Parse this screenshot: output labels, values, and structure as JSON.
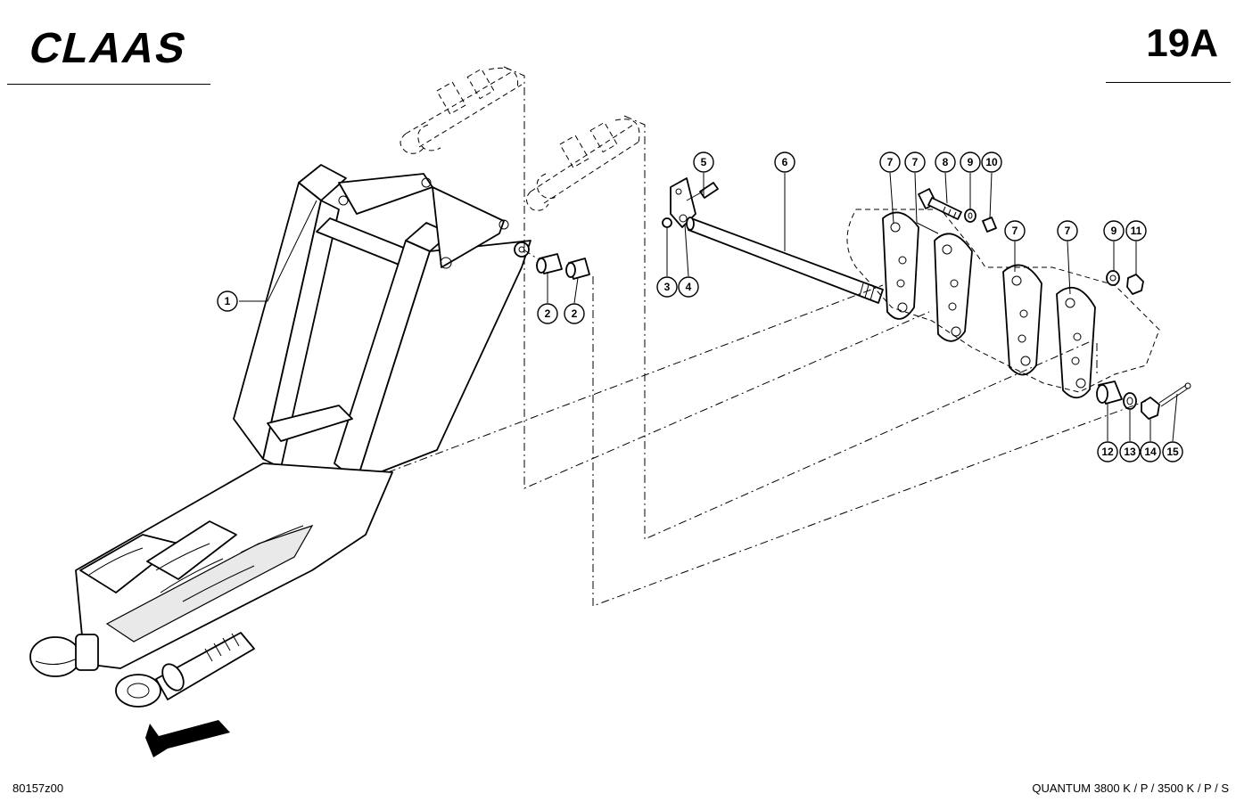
{
  "header": {
    "brand": "CLAAS",
    "page_code": "19A"
  },
  "footer": {
    "drawing_id": "80157z00",
    "model_line": "QUANTUM 3800 K / P / 3500 K / P / S"
  },
  "colors": {
    "ink": "#000000",
    "paper": "#ffffff"
  },
  "callouts": [
    {
      "num": "1"
    },
    {
      "num": "2"
    },
    {
      "num": "2"
    },
    {
      "num": "3"
    },
    {
      "num": "4"
    },
    {
      "num": "5"
    },
    {
      "num": "6"
    },
    {
      "num": "7"
    },
    {
      "num": "7"
    },
    {
      "num": "8"
    },
    {
      "num": "9"
    },
    {
      "num": "10"
    },
    {
      "num": "7"
    },
    {
      "num": "7"
    },
    {
      "num": "9"
    },
    {
      "num": "11"
    },
    {
      "num": "12"
    },
    {
      "num": "13"
    },
    {
      "num": "14"
    },
    {
      "num": "15"
    }
  ]
}
